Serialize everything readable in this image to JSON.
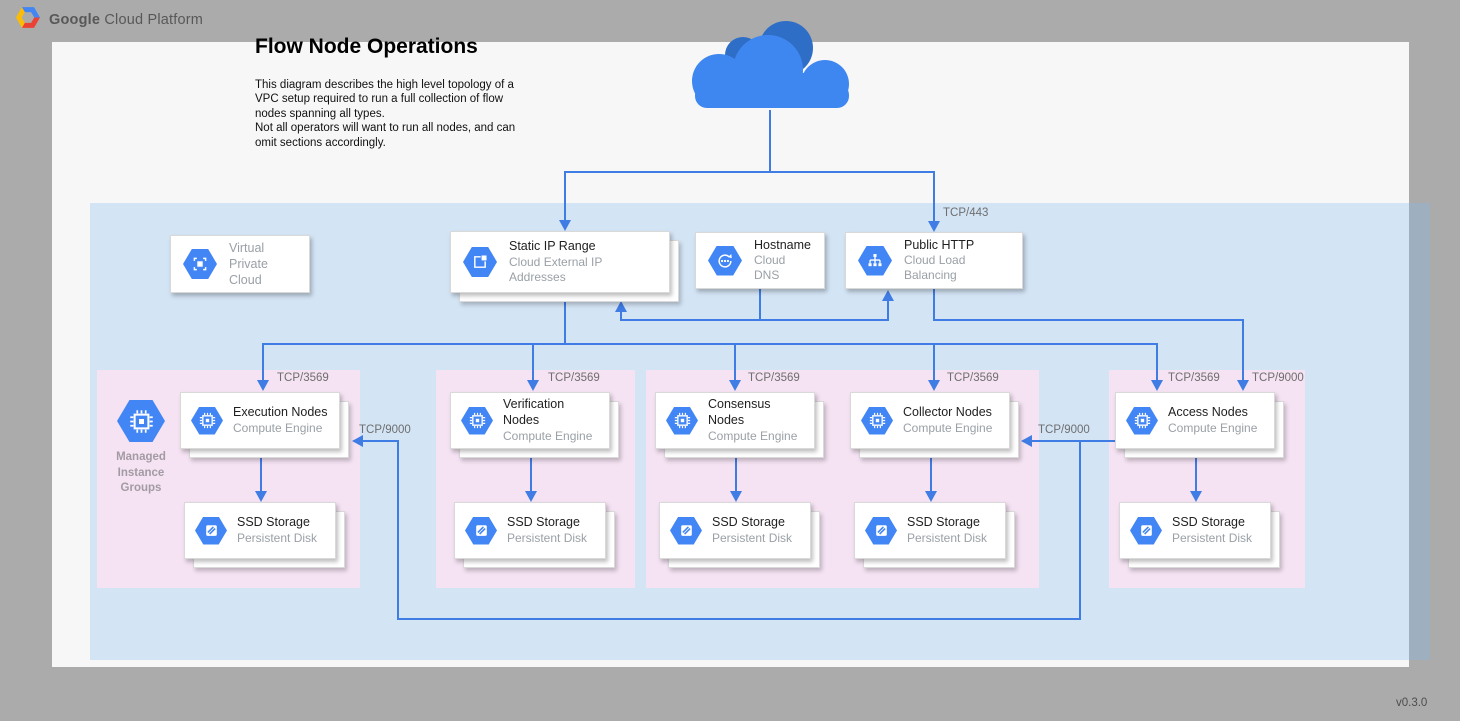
{
  "header": {
    "brand_bold": "Google",
    "brand_rest": "Cloud Platform"
  },
  "title": "Flow Node Operations",
  "description": {
    "p1": "This diagram describes the high level topology of a VPC setup required to run a full collection of flow nodes spanning all types.",
    "p2": "Not all operators will want to run all nodes, and can omit sections accordingly."
  },
  "version": "v0.3.0",
  "ports": {
    "tcp443": "TCP/443",
    "tcp3569": "TCP/3569",
    "tcp9000": "TCP/9000"
  },
  "vpc_card": {
    "title": "Virtual\nPrivate Cloud"
  },
  "top_row": {
    "static_ip": {
      "title": "Static IP Range",
      "subtitle": "Cloud External IP Addresses"
    },
    "hostname": {
      "title": "Hostname",
      "subtitle": "Cloud DNS"
    },
    "public_http": {
      "title": "Public HTTP",
      "subtitle": "Cloud Load Balancing"
    }
  },
  "mig": {
    "label": "Managed\nInstance\nGroups"
  },
  "groups": [
    {
      "id": "execution",
      "compute": {
        "title": "Execution Nodes",
        "subtitle": "Compute Engine"
      },
      "ssd": {
        "title": "SSD Storage",
        "subtitle": "Persistent Disk"
      }
    },
    {
      "id": "verification",
      "compute": {
        "title": "Verification Nodes",
        "subtitle": "Compute Engine"
      },
      "ssd": {
        "title": "SSD Storage",
        "subtitle": "Persistent Disk"
      }
    },
    {
      "id": "consensus",
      "compute": {
        "title": "Consensus Nodes",
        "subtitle": "Compute Engine"
      },
      "ssd": {
        "title": "SSD Storage",
        "subtitle": "Persistent Disk"
      }
    },
    {
      "id": "collector",
      "compute": {
        "title": "Collector Nodes",
        "subtitle": "Compute Engine"
      },
      "ssd": {
        "title": "SSD Storage",
        "subtitle": "Persistent Disk"
      }
    },
    {
      "id": "access",
      "compute": {
        "title": "Access Nodes",
        "subtitle": "Compute Engine"
      },
      "ssd": {
        "title": "SSD Storage",
        "subtitle": "Persistent Disk"
      }
    }
  ],
  "colors": {
    "accent_blue": "#4285f4",
    "line_blue": "#3f7ce4",
    "cloud_front": "#3f87f0",
    "cloud_back": "#2f6ec6",
    "vpc_zone_fill": "rgba(130,185,242,0.30)",
    "group_fill": "#f5e3f3",
    "canvas": "#f7f7f7",
    "frame_gray": "#ababab"
  }
}
